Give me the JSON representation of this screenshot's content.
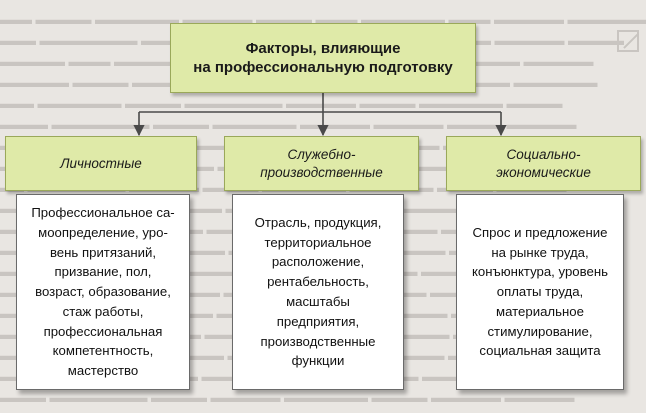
{
  "diagram": {
    "title": "Факторы, влияющие\nна профессиональную подготовку",
    "categories": [
      {
        "label": "Личностные"
      },
      {
        "label": "Служебно-\nпроизводственные"
      },
      {
        "label": "Социально-\nэкономические"
      }
    ],
    "details": [
      {
        "text": "Профессиональное са-\nмоопределение, уро-\nвень притязаний,\nпризвание, пол,\nвозраст, образование,\nстаж работы,\nпрофессиональная\nкомпетентность,\nмастерство"
      },
      {
        "text": "Отрасль, продукция,\nтерриториальное\nрасположение,\nрентабельность,\nмасштабы\nпредприятия,\nпроизводственные\nфункции"
      },
      {
        "text": "Спрос и предложение\nна рынке труда,\nконъюнктура, уровень\nоплаты труда,\nматериальное\nстимулирование,\nсоциальная защита"
      }
    ]
  },
  "colors": {
    "green_fill": "#dfeaa8",
    "connector": "#4a4a4a",
    "background": "#e9e6e2"
  }
}
